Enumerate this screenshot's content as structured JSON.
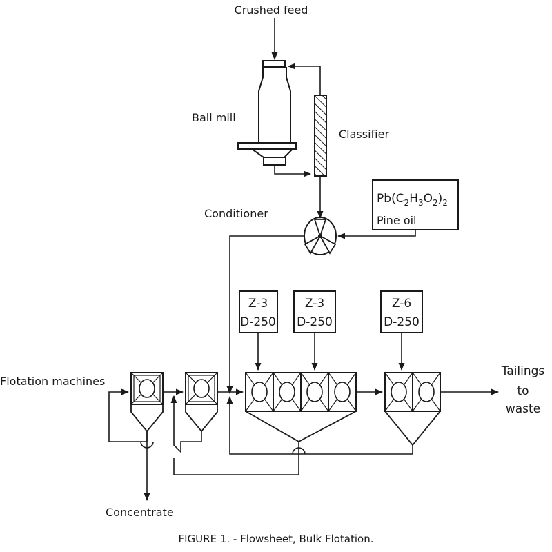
{
  "labels": {
    "crushed_feed": "Crushed feed",
    "ball_mill": "Ball mill",
    "classifier": "Classifier",
    "conditioner": "Conditioner",
    "reagent_line1_main": "Pb(C",
    "reagent_line1_s1": "2",
    "reagent_line1_m2": "H",
    "reagent_line1_s2": "3",
    "reagent_line1_m3": "O",
    "reagent_line1_s3": "2",
    "reagent_line1_m4": ")",
    "reagent_line1_s4": "2",
    "reagent_line2": "Pine oil",
    "flotation_machines": "Flotation machines",
    "tailings_line1": "Tailings",
    "tailings_line2": "to",
    "tailings_line3": "waste",
    "concentrate": "Concentrate"
  },
  "reagent_boxes": [
    {
      "line1": "Z-3",
      "line2": "D-250"
    },
    {
      "line1": "Z-3",
      "line2": "D-250"
    },
    {
      "line1": "Z-6",
      "line2": "D-250"
    }
  ],
  "caption": "FIGURE 1. - Flowsheet, Bulk Flotation."
}
